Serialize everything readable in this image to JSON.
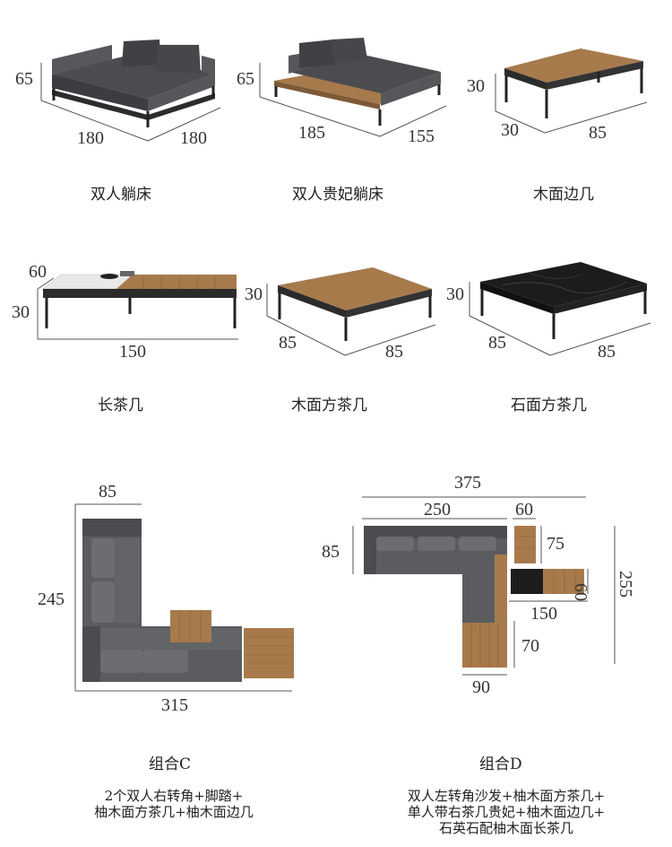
{
  "products": [
    {
      "name": "双人躺床",
      "dims": [
        "65",
        "180",
        "180"
      ]
    },
    {
      "name": "双人贵妃躺床",
      "dims": [
        "65",
        "185",
        "155"
      ]
    },
    {
      "name": "木面边几",
      "dims": [
        "30",
        "30",
        "85"
      ]
    },
    {
      "name": "长茶几",
      "dims": [
        "60",
        "30",
        "150"
      ]
    },
    {
      "name": "木面方茶几",
      "dims": [
        "30",
        "85",
        "85"
      ]
    },
    {
      "name": "石面方茶几",
      "dims": [
        "30",
        "85",
        "85"
      ]
    }
  ],
  "combo_c": {
    "name": "组合C",
    "dims": [
      "85",
      "245",
      "315"
    ],
    "desc_lines": [
      "2个双人右转角+脚踏+",
      "柚木面方茶几+柚木面边几"
    ]
  },
  "combo_d": {
    "name": "组合D",
    "dims": [
      "375",
      "250",
      "60",
      "85",
      "75",
      "60",
      "150",
      "255",
      "70",
      "90"
    ],
    "desc_lines": [
      "双人左转角沙发+柚木面方茶几+",
      "单人带右茶几贵妃+柚木面边几+",
      "石英石配柚木面长茶几"
    ]
  },
  "colors": {
    "fabric": "#4a4c50",
    "frame": "#2b2b2b",
    "teak": "#a77a4c",
    "stone": "#1c1c1c",
    "line": "#444444"
  }
}
